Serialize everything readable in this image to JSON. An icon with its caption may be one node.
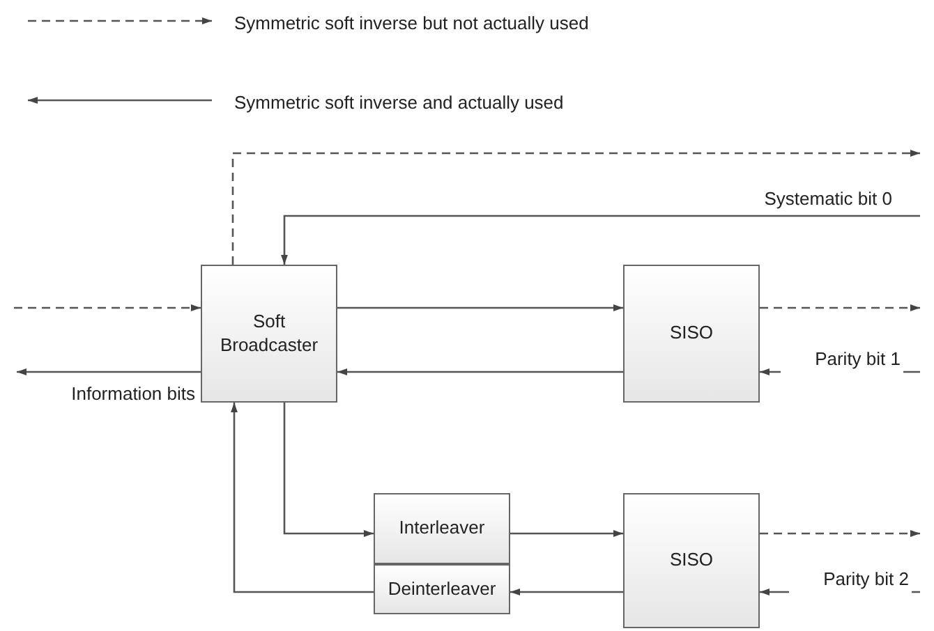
{
  "diagram": {
    "nodes": [
      {
        "text": [
          "Soft Broadcaster"
        ]
      },
      {
        "text": [
          "SISO"
        ]
      },
      {
        "text": [
          "Interleaver"
        ]
      },
      {
        "text": [
          "Deinterleaver"
        ]
      },
      {
        "text": [
          "SISO"
        ]
      }
    ],
    "edges": [
      {
        "from": 0,
        "to": null,
        "arrow": "to",
        "style": "dashed"
      },
      {
        "from": null,
        "to": 0,
        "arrow": "to",
        "label": "Systematic bit 0"
      },
      {
        "from": null,
        "to": 0,
        "arrow": "to",
        "style": "dashed"
      },
      {
        "from": 0,
        "to": 1,
        "arrow": "to"
      },
      {
        "from": 1,
        "to": 0,
        "arrow": "to"
      },
      {
        "from": 0,
        "to": null,
        "arrow": "to",
        "label": "Information bits"
      },
      {
        "from": 1,
        "to": null,
        "arrow": "to",
        "style": "dashed"
      },
      {
        "from": null,
        "to": 1,
        "arrow": "to",
        "label": "Parity bit 1"
      },
      {
        "from": 0,
        "to": 2,
        "arrow": "to"
      },
      {
        "from": 3,
        "to": 0,
        "arrow": "to"
      },
      {
        "from": 2,
        "to": 4,
        "arrow": "to"
      },
      {
        "from": 4,
        "to": 3,
        "arrow": "to"
      },
      {
        "from": 4,
        "to": null,
        "arrow": "to",
        "style": "dashed"
      },
      {
        "from": null,
        "to": 4,
        "arrow": "to",
        "label": "Parity bit 2"
      }
    ],
    "legend": [
      {
        "text": "Symmetric soft inverse but not actually used"
      },
      {
        "text": "Symmetric soft inverse and actually used"
      }
    ]
  }
}
